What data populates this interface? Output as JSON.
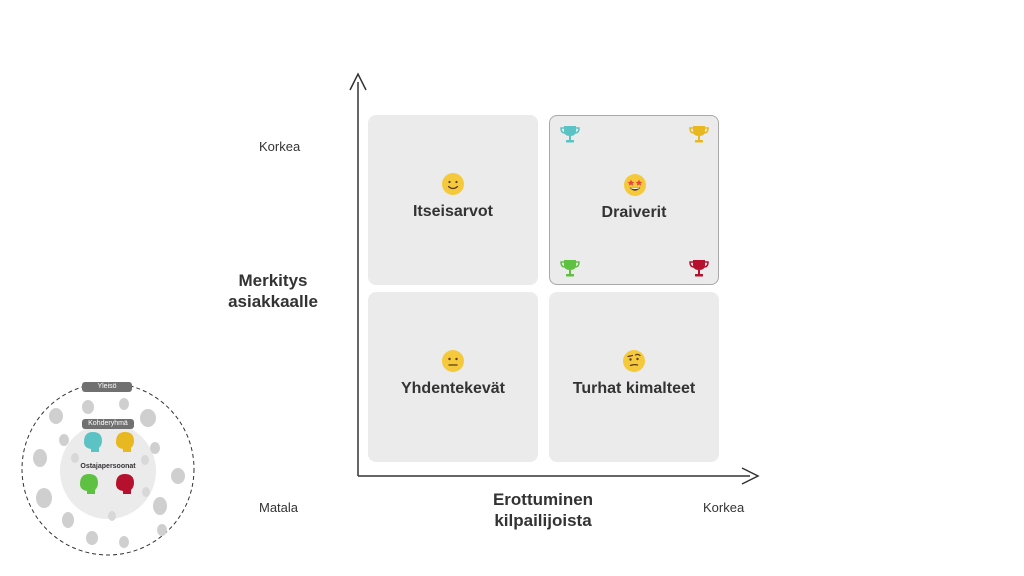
{
  "axes": {
    "y_high": "Korkea",
    "y_low": "Matala",
    "x_high": "Korkea",
    "y_title_line1": "Merkitys",
    "y_title_line2": "asiakkaalle",
    "x_title_line1": "Erottuminen",
    "x_title_line2": "kilpailijoista"
  },
  "quadrants": {
    "top_left": {
      "label": "Itseisarvot",
      "icon": "smiling-face-icon"
    },
    "top_right": {
      "label": "Draiverit",
      "icon": "star-struck-face-icon",
      "trophy_colors": [
        "#5bc3c4",
        "#e8b820",
        "#5fc142",
        "#b5112f"
      ]
    },
    "bottom_left": {
      "label": "Yhdentekevät",
      "icon": "neutral-face-icon"
    },
    "bottom_right": {
      "label": "Turhat kimalteet",
      "icon": "skeptical-face-icon"
    }
  },
  "persona_diagram": {
    "outer_label": "Yleisö",
    "middle_label": "Kohderyhmä",
    "inner_label": "Ostajapersoonat",
    "persona_colors": [
      "#5bc3c4",
      "#e8b820",
      "#5fc142",
      "#b5112f"
    ]
  },
  "colors": {
    "quad_bg": "#ebebeb",
    "axis": "#333333",
    "emoji": "#f5c93c"
  }
}
